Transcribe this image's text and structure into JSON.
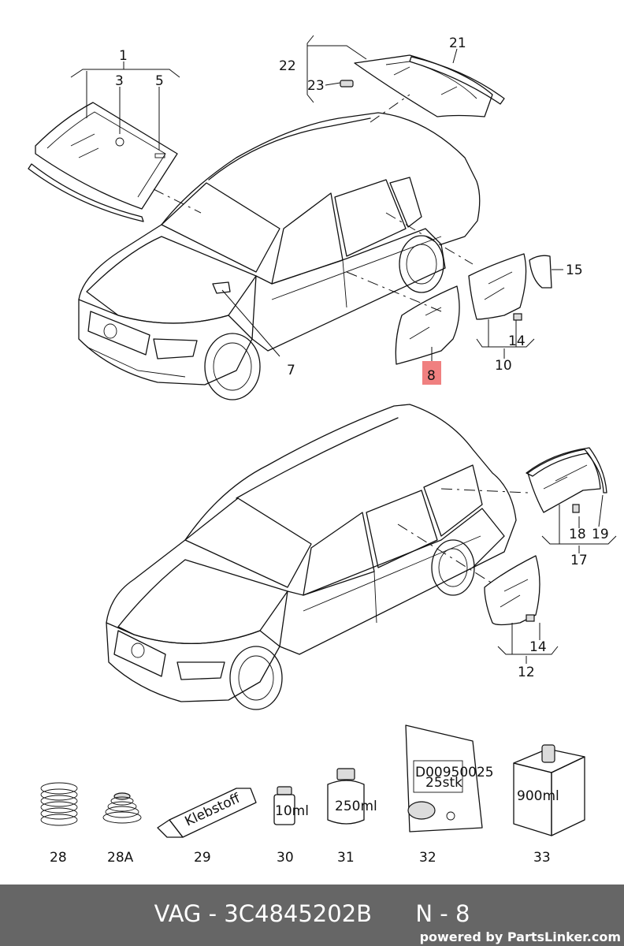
{
  "footer": {
    "brand": "VAG",
    "separator": " - ",
    "part_number": "3C4845202B",
    "position": "N - 8",
    "credit": "powered by PartsLinker.com"
  },
  "highlight_color": "#f08080",
  "callouts": {
    "c1": "1",
    "c3": "3",
    "c5": "5",
    "c7": "7",
    "c8": "8",
    "c10": "10",
    "c12": "12",
    "c14a": "14",
    "c14b": "14",
    "c15": "15",
    "c17": "17",
    "c18": "18",
    "c19": "19",
    "c21": "21",
    "c22": "22",
    "c23": "23",
    "c28": "28",
    "c28a": "28A",
    "c29": "29",
    "c30": "30",
    "c31": "31",
    "c32": "32",
    "c33": "33"
  },
  "product_labels": {
    "tube": "Klebstoff",
    "vial": "10ml",
    "jar": "250ml",
    "bag_line1": "D00950025",
    "bag_line2": "25stk",
    "box": "900ml"
  }
}
